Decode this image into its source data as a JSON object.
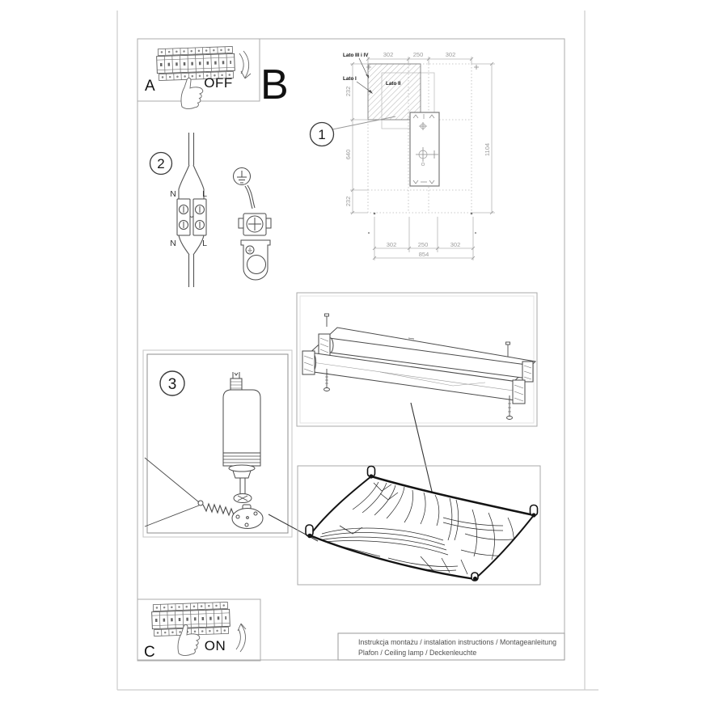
{
  "panels": {
    "a_label": "A",
    "b_label": "B",
    "c_label": "C",
    "off_label": "OFF",
    "on_label": "ON"
  },
  "steps": {
    "step1": "1",
    "step2": "2",
    "step3": "3"
  },
  "wiring": {
    "n": "N",
    "l": "L"
  },
  "dimensions": {
    "top": [
      "302",
      "250",
      "302"
    ],
    "bottom": [
      "302",
      "250",
      "302"
    ],
    "bottom_total": "854",
    "left": [
      "232",
      "640",
      "232"
    ],
    "right_total": "1104",
    "side_labels": {
      "sides_3_4": "Lato III i IV",
      "side_1": "Lato I",
      "side_2": "Lato II"
    }
  },
  "footer": {
    "line1": "Instrukcja montażu / instalation instructions / Montageanleitung",
    "line2": "Plafon / Ceiling lamp / Deckenleuchte"
  },
  "colors": {
    "line_gray": "#9b9b9b",
    "ink": "#1a1a1a"
  }
}
